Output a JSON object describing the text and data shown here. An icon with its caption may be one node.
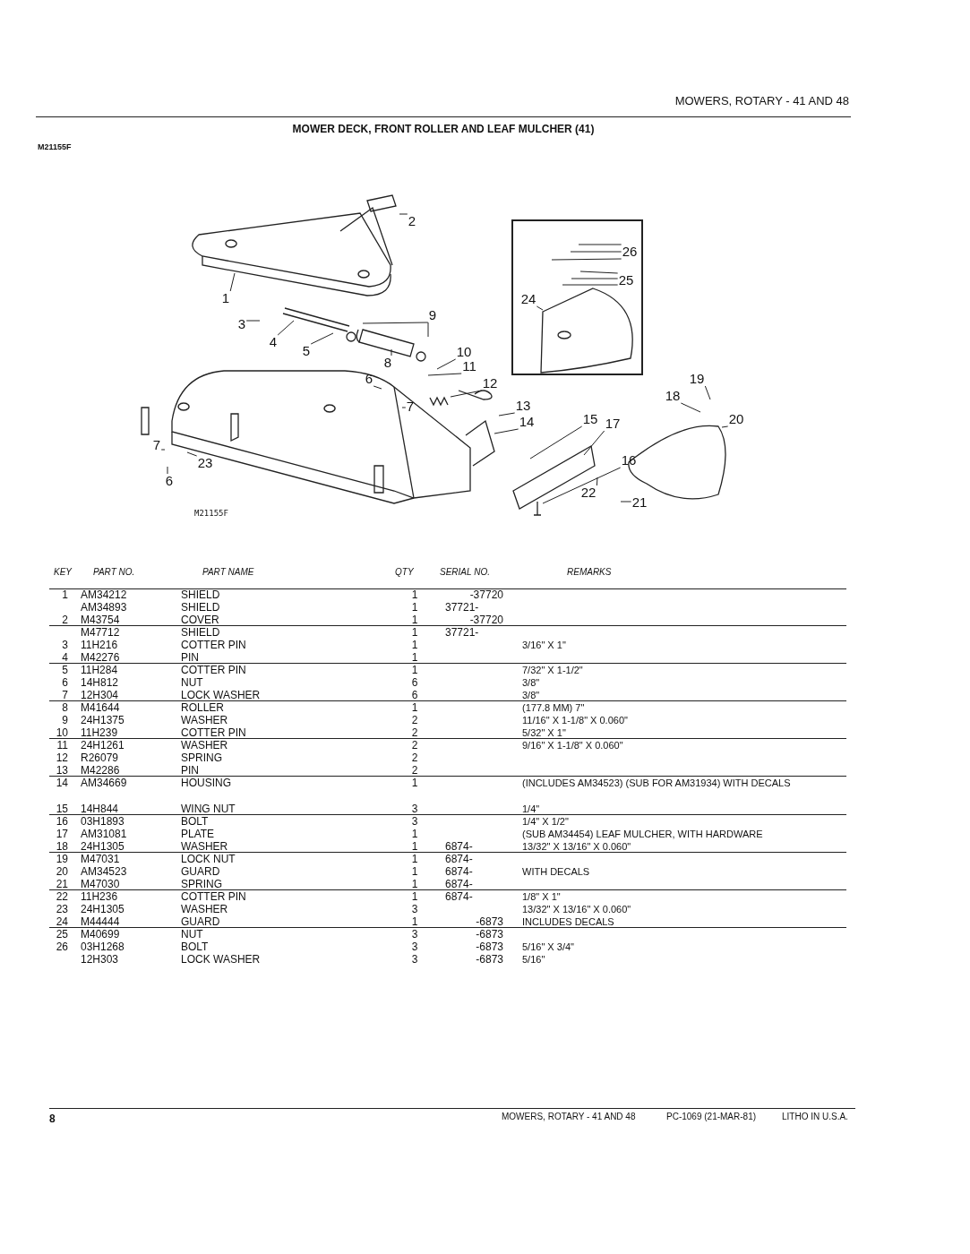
{
  "diagram": {
    "title": "MOWER DECK, FRONT ROLLER AND LEAF MULCHER (41)",
    "nodes": [
      {
        "text": [],
        "shape": "box"
      },
      {
        "text": [
          "1"
        ]
      },
      {
        "text": [
          "2"
        ]
      },
      {
        "text": [
          "3"
        ]
      },
      {
        "text": [
          "4"
        ]
      },
      {
        "text": [
          "5"
        ]
      },
      {
        "text": [
          "8"
        ]
      },
      {
        "text": [
          "9"
        ]
      },
      {
        "text": [
          "10"
        ]
      },
      {
        "text": [
          "11"
        ]
      },
      {
        "text": [
          "12"
        ]
      },
      {
        "text": [
          "13"
        ]
      },
      {
        "text": [
          "6"
        ]
      },
      {
        "text": [
          "7"
        ]
      },
      {
        "text": [
          "14"
        ]
      },
      {
        "text": [
          "15"
        ]
      },
      {
        "text": [
          "17"
        ]
      },
      {
        "text": [
          "16"
        ]
      },
      {
        "text": [
          "22"
        ]
      },
      {
        "text": [
          "21"
        ]
      },
      {
        "text": [
          "18"
        ]
      },
      {
        "text": [
          "19"
        ]
      },
      {
        "text": [
          "20"
        ]
      },
      {
        "text": [
          "7"
        ]
      },
      {
        "text": [
          "23"
        ]
      },
      {
        "text": [
          "6"
        ]
      },
      {
        "text": [
          "24"
        ],
        "in": 0
      },
      {
        "text": [
          "25"
        ],
        "in": 0
      },
      {
        "text": [
          "26"
        ],
        "in": 0
      }
    ],
    "edges": [
      {
        "from": 1,
        "to": null,
        "arrow": "none"
      },
      {
        "from": 2,
        "to": null,
        "arrow": "none"
      },
      {
        "from": 3,
        "to": null,
        "arrow": "none"
      },
      {
        "from": 4,
        "to": null,
        "arrow": "none"
      },
      {
        "from": 5,
        "to": null,
        "arrow": "none"
      },
      {
        "from": 6,
        "to": null,
        "arrow": "none"
      },
      {
        "from": 7,
        "to": null,
        "arrow": "none"
      },
      {
        "from": 7,
        "to": null,
        "arrow": "none"
      },
      {
        "from": 8,
        "to": null,
        "arrow": "none"
      },
      {
        "from": 9,
        "to": null,
        "arrow": "none"
      },
      {
        "from": 10,
        "to": null,
        "arrow": "none"
      },
      {
        "from": 11,
        "to": null,
        "arrow": "none"
      },
      {
        "from": 12,
        "to": null,
        "arrow": "none"
      },
      {
        "from": 13,
        "to": null,
        "arrow": "none"
      },
      {
        "from": 14,
        "to": null,
        "arrow": "none"
      },
      {
        "from": 15,
        "to": null,
        "arrow": "none"
      },
      {
        "from": 16,
        "to": null,
        "arrow": "none"
      },
      {
        "from": 17,
        "to": null,
        "arrow": "none"
      },
      {
        "from": 18,
        "to": null,
        "arrow": "none"
      },
      {
        "from": 19,
        "to": null,
        "arrow": "none"
      },
      {
        "from": 20,
        "to": null,
        "arrow": "none"
      },
      {
        "from": 21,
        "to": null,
        "arrow": "none"
      },
      {
        "from": 22,
        "to": null,
        "arrow": "none"
      },
      {
        "from": 23,
        "to": null,
        "arrow": "none"
      },
      {
        "from": 24,
        "to": null,
        "arrow": "none"
      },
      {
        "from": 25,
        "to": null,
        "arrow": "none"
      },
      {
        "from": 26,
        "to": null,
        "arrow": "none"
      },
      {
        "from": 27,
        "to": null,
        "arrow": "none"
      },
      {
        "from": 27,
        "to": null,
        "arrow": "none"
      },
      {
        "from": 27,
        "to": null,
        "arrow": "none"
      },
      {
        "from": 28,
        "to": null,
        "arrow": "none"
      },
      {
        "from": 28,
        "to": null,
        "arrow": "none"
      },
      {
        "from": 28,
        "to": null,
        "arrow": "none"
      }
    ],
    "labels": [
      "MOWERS, ROTARY - 41 AND 48",
      "M21155F",
      "M21155F",
      "KEY",
      "PART NO.",
      "PART NAME",
      "QTY",
      "SERIAL NO.",
      "REMARKS",
      "1",
      "AM34212",
      "SHIELD",
      "1",
      "-37720",
      "AM34893",
      "SHIELD",
      "1",
      "37721-",
      "2",
      "M43754",
      "COVER",
      "1",
      "-37720",
      "M47712",
      "SHIELD",
      "1",
      "37721-",
      "3",
      "11H216",
      "COTTER PIN",
      "1",
      "3/16\" X 1\"",
      "4",
      "M42276",
      "PIN",
      "1",
      "5",
      "11H284",
      "COTTER PIN",
      "1",
      "7/32\" X 1-1/2\"",
      "6",
      "14H812",
      "NUT",
      "6",
      "3/8\"",
      "7",
      "12H304",
      "LOCK WASHER",
      "6",
      "3/8\"",
      "8",
      "M41644",
      "ROLLER",
      "1",
      "(177.8 MM) 7\"",
      "9",
      "24H1375",
      "WASHER",
      "2",
      "11/16\" X 1-1/8\" X 0.060\"",
      "10",
      "11H239",
      "COTTER PIN",
      "2",
      "5/32\" X 1\"",
      "11",
      "24H1261",
      "WASHER",
      "2",
      "9/16\" X 1-1/8\" X 0.060\"",
      "12",
      "R26079",
      "SPRING",
      "2",
      "13",
      "M42286",
      "PIN",
      "2",
      "14",
      "AM34669",
      "HOUSING",
      "1",
      "(INCLUDES AM34523) (SUB FOR AM31934) WITH DECALS",
      "15",
      "14H844",
      "WING NUT",
      "3",
      "1/4\"",
      "16",
      "03H1893",
      "BOLT",
      "3",
      "1/4\" X 1/2\"",
      "17",
      "AM31081",
      "PLATE",
      "1",
      "(SUB AM34454) LEAF MULCHER, WITH HARDWARE",
      "18",
      "24H1305",
      "WASHER",
      "1",
      "6874-",
      "13/32\" X 13/16\" X 0.060\"",
      "19",
      "M47031",
      "LOCK NUT",
      "1",
      "6874-",
      "20",
      "AM34523",
      "GUARD",
      "1",
      "6874-",
      "WITH DECALS",
      "21",
      "M47030",
      "SPRING",
      "1",
      "6874-",
      "22",
      "11H236",
      "COTTER PIN",
      "1",
      "6874-",
      "1/8\" X 1\"",
      "23",
      "24H1305",
      "WASHER",
      "3",
      "13/32\" X 13/16\" X 0.060\"",
      "24",
      "M44444",
      "GUARD",
      "1",
      "-6873",
      "INCLUDES DECALS",
      "25",
      "M40699",
      "NUT",
      "3",
      "-6873",
      "26",
      "03H1268",
      "BOLT",
      "3",
      "-6873",
      "5/16\" X 3/4\"",
      "12H303",
      "LOCK WASHER",
      "3",
      "-6873",
      "5/16\"",
      "8",
      "MOWERS, ROTARY - 41 AND 48",
      "PC-1069 (21-MAR-81)",
      "LITHO IN U.S.A."
    ]
  }
}
